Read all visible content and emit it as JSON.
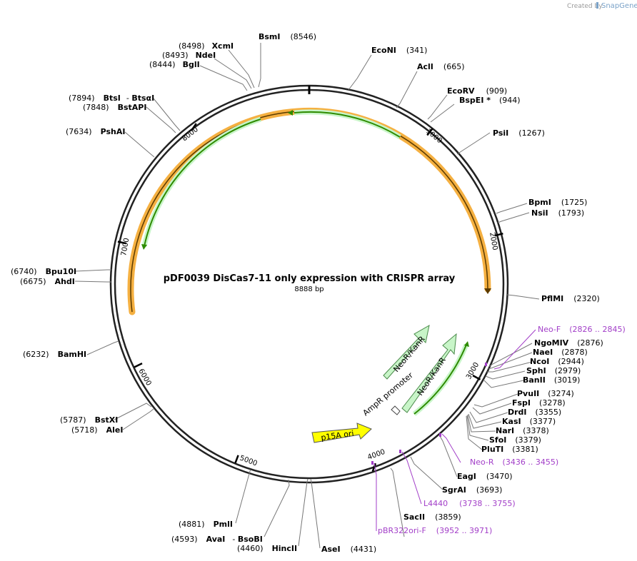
{
  "map": {
    "title": "pDF0039 DisCas7-11 only expression with CRISPR array",
    "subtitle": "8888 bp",
    "credit_prefix": "Created by",
    "credit_brand": "SnapGene",
    "total_bp": 8888
  },
  "ticks": [
    "1000",
    "2000",
    "3000",
    "4000",
    "5000",
    "6000",
    "7000",
    "8000"
  ],
  "sites": [
    {
      "name": "BsmI",
      "pos": "(8546)"
    },
    {
      "name": "XcmI",
      "pos": "(8498)"
    },
    {
      "name": "NdeI",
      "pos": "(8493)"
    },
    {
      "name": "BglI",
      "pos": "(8444)"
    },
    {
      "name": "EcoNI",
      "pos": "(341)"
    },
    {
      "name": "AclI",
      "pos": "(665)"
    },
    {
      "name": "EcoRV",
      "pos": "(909)"
    },
    {
      "name": "BspEI *",
      "pos": "(944)"
    },
    {
      "name": "PsiI",
      "pos": "(1267)"
    },
    {
      "name": "BpmI",
      "pos": "(1725)"
    },
    {
      "name": "NsiI",
      "pos": "(1793)"
    },
    {
      "name": "PflMI",
      "pos": "(2320)"
    },
    {
      "name": "NgoMIV",
      "pos": "(2876)"
    },
    {
      "name": "NaeI",
      "pos": "(2878)"
    },
    {
      "name": "NcoI",
      "pos": "(2944)"
    },
    {
      "name": "SphI",
      "pos": "(2979)"
    },
    {
      "name": "BanII",
      "pos": "(3019)"
    },
    {
      "name": "PvuII",
      "pos": "(3274)"
    },
    {
      "name": "FspI",
      "pos": "(3278)"
    },
    {
      "name": "DrdI",
      "pos": "(3355)"
    },
    {
      "name": "KasI",
      "pos": "(3377)"
    },
    {
      "name": "NarI",
      "pos": "(3378)"
    },
    {
      "name": "SfoI",
      "pos": "(3379)"
    },
    {
      "name": "PluTI",
      "pos": "(3381)"
    },
    {
      "name": "EagI",
      "pos": "(3470)"
    },
    {
      "name": "SgrAI",
      "pos": "(3693)"
    },
    {
      "name": "SacII",
      "pos": "(3859)"
    },
    {
      "name": "AseI",
      "pos": "(4431)"
    },
    {
      "name": "HincII",
      "pos": "(4460)"
    },
    {
      "name": "AvaI",
      "name2": "BsoBI",
      "pos": "(4593)"
    },
    {
      "name": "PmlI",
      "pos": "(4881)"
    },
    {
      "name": "AleI",
      "pos": "(5718)"
    },
    {
      "name": "BstXI",
      "pos": "(5787)"
    },
    {
      "name": "BamHI",
      "pos": "(6232)"
    },
    {
      "name": "AhdI",
      "pos": "(6675)"
    },
    {
      "name": "Bpu10I",
      "pos": "(6740)"
    },
    {
      "name": "PshAI",
      "pos": "(7634)"
    },
    {
      "name": "BstAPI",
      "pos": "(7848)"
    },
    {
      "name": "BtsI",
      "name2": "BtsαI",
      "pos": "(7894)"
    }
  ],
  "primers": [
    {
      "name": "Neo-F",
      "range": "(2826 .. 2845)"
    },
    {
      "name": "Neo-R",
      "range": "(3436 .. 3455)"
    },
    {
      "name": "L4440",
      "range": "(3738 .. 3755)"
    },
    {
      "name": "pBR322ori-F",
      "range": "(3952 .. 3971)"
    }
  ],
  "features": [
    {
      "label": "NeoR/KanR"
    },
    {
      "label": "NeoR/KanR"
    },
    {
      "label": "AmpR promoter"
    },
    {
      "label": "p15A ori"
    }
  ],
  "colors": {
    "backbone": "#222222",
    "orf_orange": "#f5b041",
    "orf_green": "#2e8b00",
    "neo_fill": "#c8f5c8",
    "p15a_fill": "#ffff00",
    "primer": "#a23ec8"
  }
}
